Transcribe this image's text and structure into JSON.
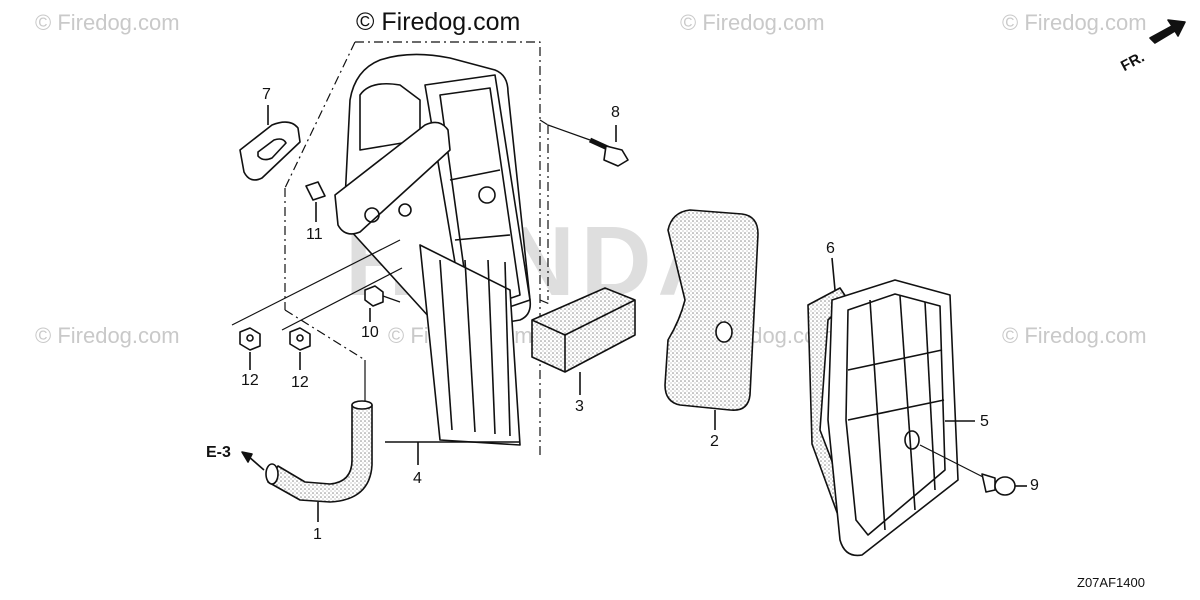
{
  "watermarks": {
    "main": "© Firedog.com",
    "repeat": "© Firedog.com"
  },
  "background_brand": "HONDA",
  "direction_label": "FR.",
  "reference_label": "E-3",
  "drawing_code": "Z07AF1400",
  "callouts": [
    "1",
    "2",
    "3",
    "4",
    "5",
    "6",
    "7",
    "8",
    "9",
    "10",
    "11",
    "12",
    "12"
  ],
  "colors": {
    "line": "#111111",
    "watermark": "#c9c9c9",
    "brand": "#dedede",
    "stipple": "#8a8a8a"
  }
}
